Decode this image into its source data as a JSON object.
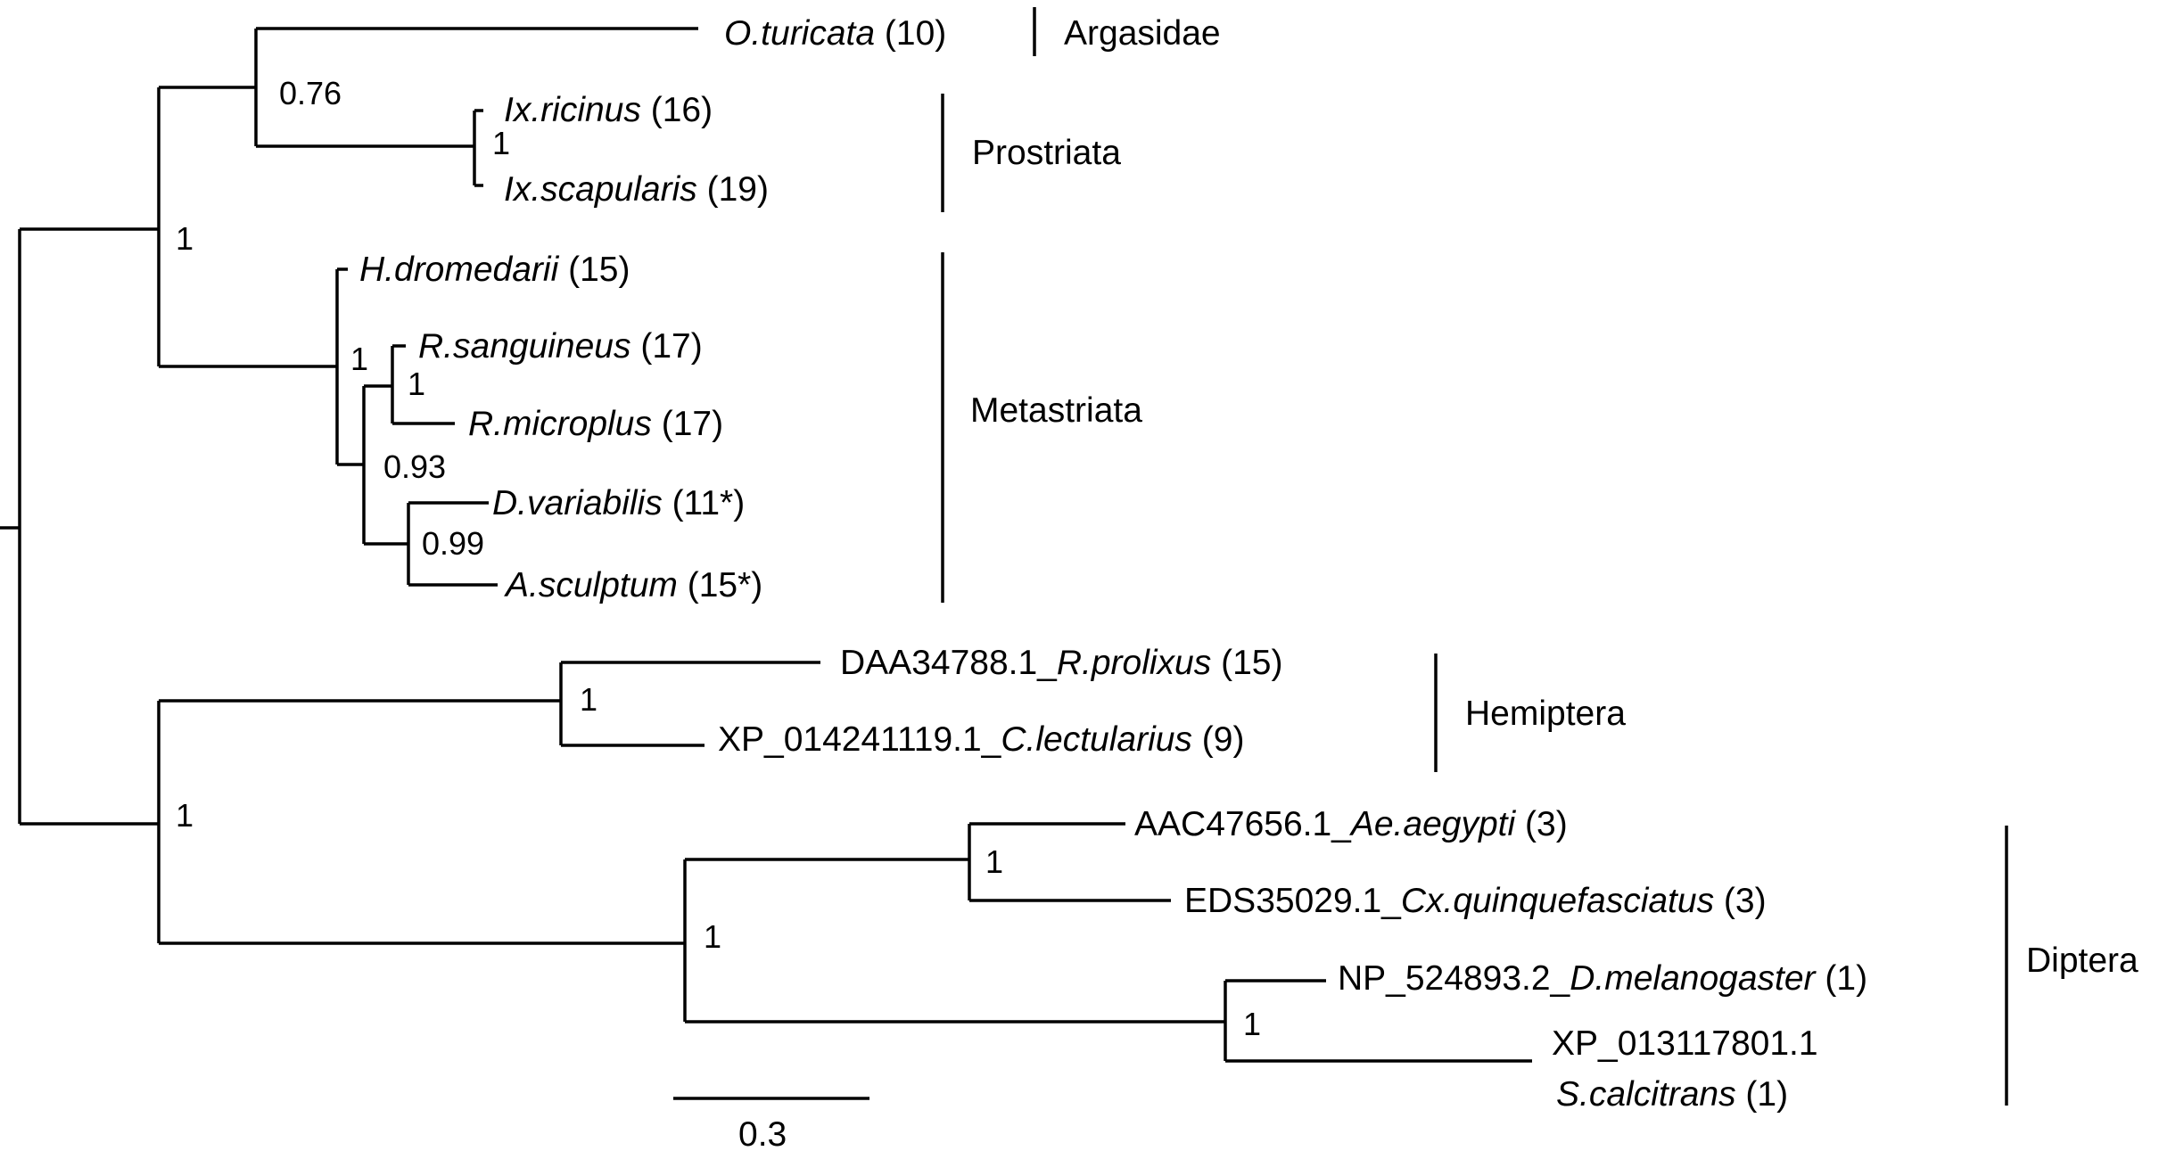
{
  "tree": {
    "leaves": [
      {
        "id": "oturicata",
        "accession": "",
        "species": "O.turicata",
        "count": "(10)"
      },
      {
        "id": "ixricinus",
        "accession": "",
        "species": "Ix.ricinus",
        "count": "(16)"
      },
      {
        "id": "ixscapularis",
        "accession": "",
        "species": "Ix.scapularis",
        "count": "(19)"
      },
      {
        "id": "hdromedarii",
        "accession": "",
        "species": "H.dromedarii",
        "count": "(15)"
      },
      {
        "id": "rsanguineus",
        "accession": "",
        "species": "R.sanguineus",
        "count": "(17)"
      },
      {
        "id": "rmicroplus",
        "accession": "",
        "species": "R.microplus",
        "count": "(17)"
      },
      {
        "id": "dvariabilis",
        "accession": "",
        "species": "D.variabilis",
        "count": "(11*)"
      },
      {
        "id": "asculptum",
        "accession": "",
        "species": "A.sculptum",
        "count": "(15*)"
      },
      {
        "id": "rprolixus",
        "accession": "DAA34788.1_",
        "species": "R.prolixus",
        "count": "(15)"
      },
      {
        "id": "clectularius",
        "accession": "XP_014241119.1_",
        "species": "C.lectularius",
        "count": "(9)"
      },
      {
        "id": "aeaegypti",
        "accession": "AAC47656.1_",
        "species": "Ae.aegypti",
        "count": "(3)"
      },
      {
        "id": "cxquinque",
        "accession": "EDS35029.1_",
        "species": "Cx.quinquefasciatus",
        "count": "(3)"
      },
      {
        "id": "dmelanogaster",
        "accession": "NP_524893.2_",
        "species": "D.melanogaster",
        "count": "(1)"
      },
      {
        "id": "scalcitrans",
        "accession": "XP_013117801.1",
        "species": "S.calcitrans",
        "count": "(1)"
      }
    ],
    "support_values": {
      "argasidae_ixodes": "0.76",
      "ixodes": "1",
      "ticks": "1",
      "metastriata": "1",
      "rhipicephalus": "1",
      "rhip_derm_amb": "0.93",
      "derm_amb": "0.99",
      "hemiptera": "1",
      "insects": "1",
      "diptera": "1",
      "culicidae": "1",
      "muscomorpha": "1"
    },
    "clades": [
      "Argasidae",
      "Prostriata",
      "Metastriata",
      "Hemiptera",
      "Diptera"
    ],
    "scale_bar": {
      "label": "0.3",
      "value": 0.3
    }
  }
}
